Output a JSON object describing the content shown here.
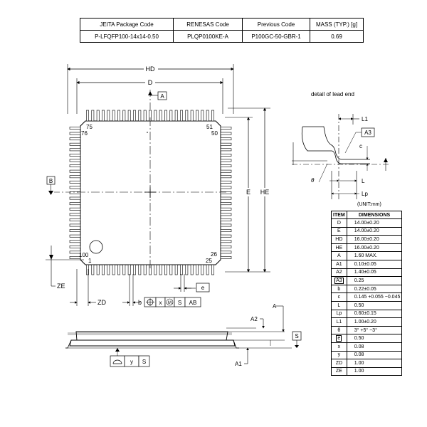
{
  "package_table": {
    "headers": [
      "JEITA Package Code",
      "RENESAS Code",
      "Previous Code",
      "MASS (TYP.) [g]"
    ],
    "values": [
      "P-LFQFP100-14x14-0.50",
      "PLQP0100KE-A",
      "P100GC-50-GBR-1",
      "0.69"
    ]
  },
  "top_view": {
    "hd": "HD",
    "d": "D",
    "a": "A",
    "b": "B",
    "e_label": "E",
    "he": "HE",
    "pin75": "75",
    "pin76": "76",
    "pin51": "51",
    "pin50": "50",
    "pin100": "100",
    "pin1": "1",
    "pin26": "26",
    "pin25": "25",
    "ze": "ZE",
    "zd": "ZD",
    "e_box": "e",
    "tol_b": "b",
    "tol_x": "x",
    "tol_m": "M",
    "tol_s": "S",
    "tol_ab": "AB"
  },
  "detail": {
    "title": "detail of lead end",
    "l1": "L1",
    "a3": "A3",
    "c": "c",
    "theta": "θ",
    "l": "L",
    "lp": "Lp"
  },
  "side_view": {
    "a": "A",
    "a2": "A2",
    "a1": "A1",
    "s": "S",
    "y": "y",
    "s2": "S"
  },
  "dimensions": {
    "unit": "(UNIT:mm)",
    "header_item": "ITEM",
    "header_dims": "DIMENSIONS",
    "rows": [
      {
        "item": "D",
        "value": "14.00±0.20"
      },
      {
        "item": "E",
        "value": "14.00±0.20"
      },
      {
        "item": "HD",
        "value": "16.00±0.20"
      },
      {
        "item": "HE",
        "value": "16.00±0.20"
      },
      {
        "item": "A",
        "value": "1.60 MAX."
      },
      {
        "item": "A1",
        "value": "0.10±0.05"
      },
      {
        "item": "A2",
        "value": "1.40±0.05"
      },
      {
        "item": "A3",
        "value": "0.25"
      },
      {
        "item": "b",
        "value": "0.22±0.05"
      },
      {
        "item": "c",
        "value": "0.145 +0.055 −0.045"
      },
      {
        "item": "L",
        "value": "0.50"
      },
      {
        "item": "Lp",
        "value": "0.60±0.15"
      },
      {
        "item": "L1",
        "value": "1.00±0.20"
      },
      {
        "item": "θ",
        "value": "3° +5° −3°"
      },
      {
        "item": "e",
        "value": "0.50"
      },
      {
        "item": "x",
        "value": "0.08"
      },
      {
        "item": "y",
        "value": "0.08"
      },
      {
        "item": "ZD",
        "value": "1.00"
      },
      {
        "item": "ZE",
        "value": "1.00"
      }
    ]
  }
}
